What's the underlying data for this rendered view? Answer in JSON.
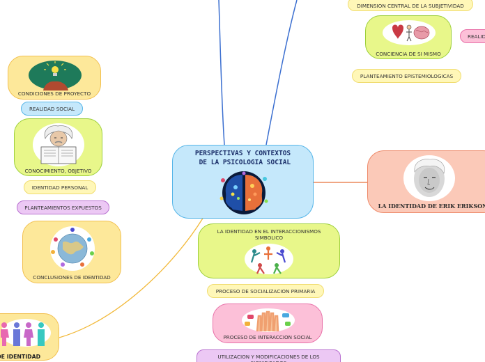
{
  "central": {
    "title": "PERSPECTIVAS Y CONTEXTOS\n DE LA PSICOLOGIA SOCIAL",
    "image": "brain-head-icon"
  },
  "nodes": {
    "dimension": "DIMENSION CENTRAL DE LA SUBJETIVIDAD",
    "conciencia": "CONCIENCIA DE SI MISMO",
    "realid_partial": "REALID",
    "planteamiento_epistemologicas": "PLANTEAMIENTO EPISTEMIOLOGICAS",
    "erik": "LA IDENTIDAD DE ERIK ERIKSON",
    "interaccionismo": "LA IDENTIDAD EN EL INTERACCIONISMOS SIMBOLICO",
    "socializacion": "PROCESO DE SOCIALIZACION PRIMARIA",
    "interaccion_social": "PROCESO DE INTERACCION SOCIAL",
    "utilizacion": "UTILIZACION Y MODIFICACIONES DE LOS SIGNIFICADOS",
    "condiciones": "CONDICIONES DE PROYECTO",
    "realidad_social": "REALIDAD SOCIAL",
    "conocimiento": "CONOCIMIENTO, OBJETIVO",
    "identidad_personal": "IDENTIDAD PERSONAL",
    "planteamientos_expuestos": "PLANTEAMIENTOS EXPUESTOS",
    "conclusiones": "CONCLUSIONES DE IDENTIDAD",
    "tipos_partial": "S DE IDENTIDAD"
  },
  "colors": {
    "blue_line": "#3b6fd0",
    "orange_line": "#e8703a",
    "yellow_line": "#f2b93a",
    "central_fill": "#c5e8fb"
  }
}
